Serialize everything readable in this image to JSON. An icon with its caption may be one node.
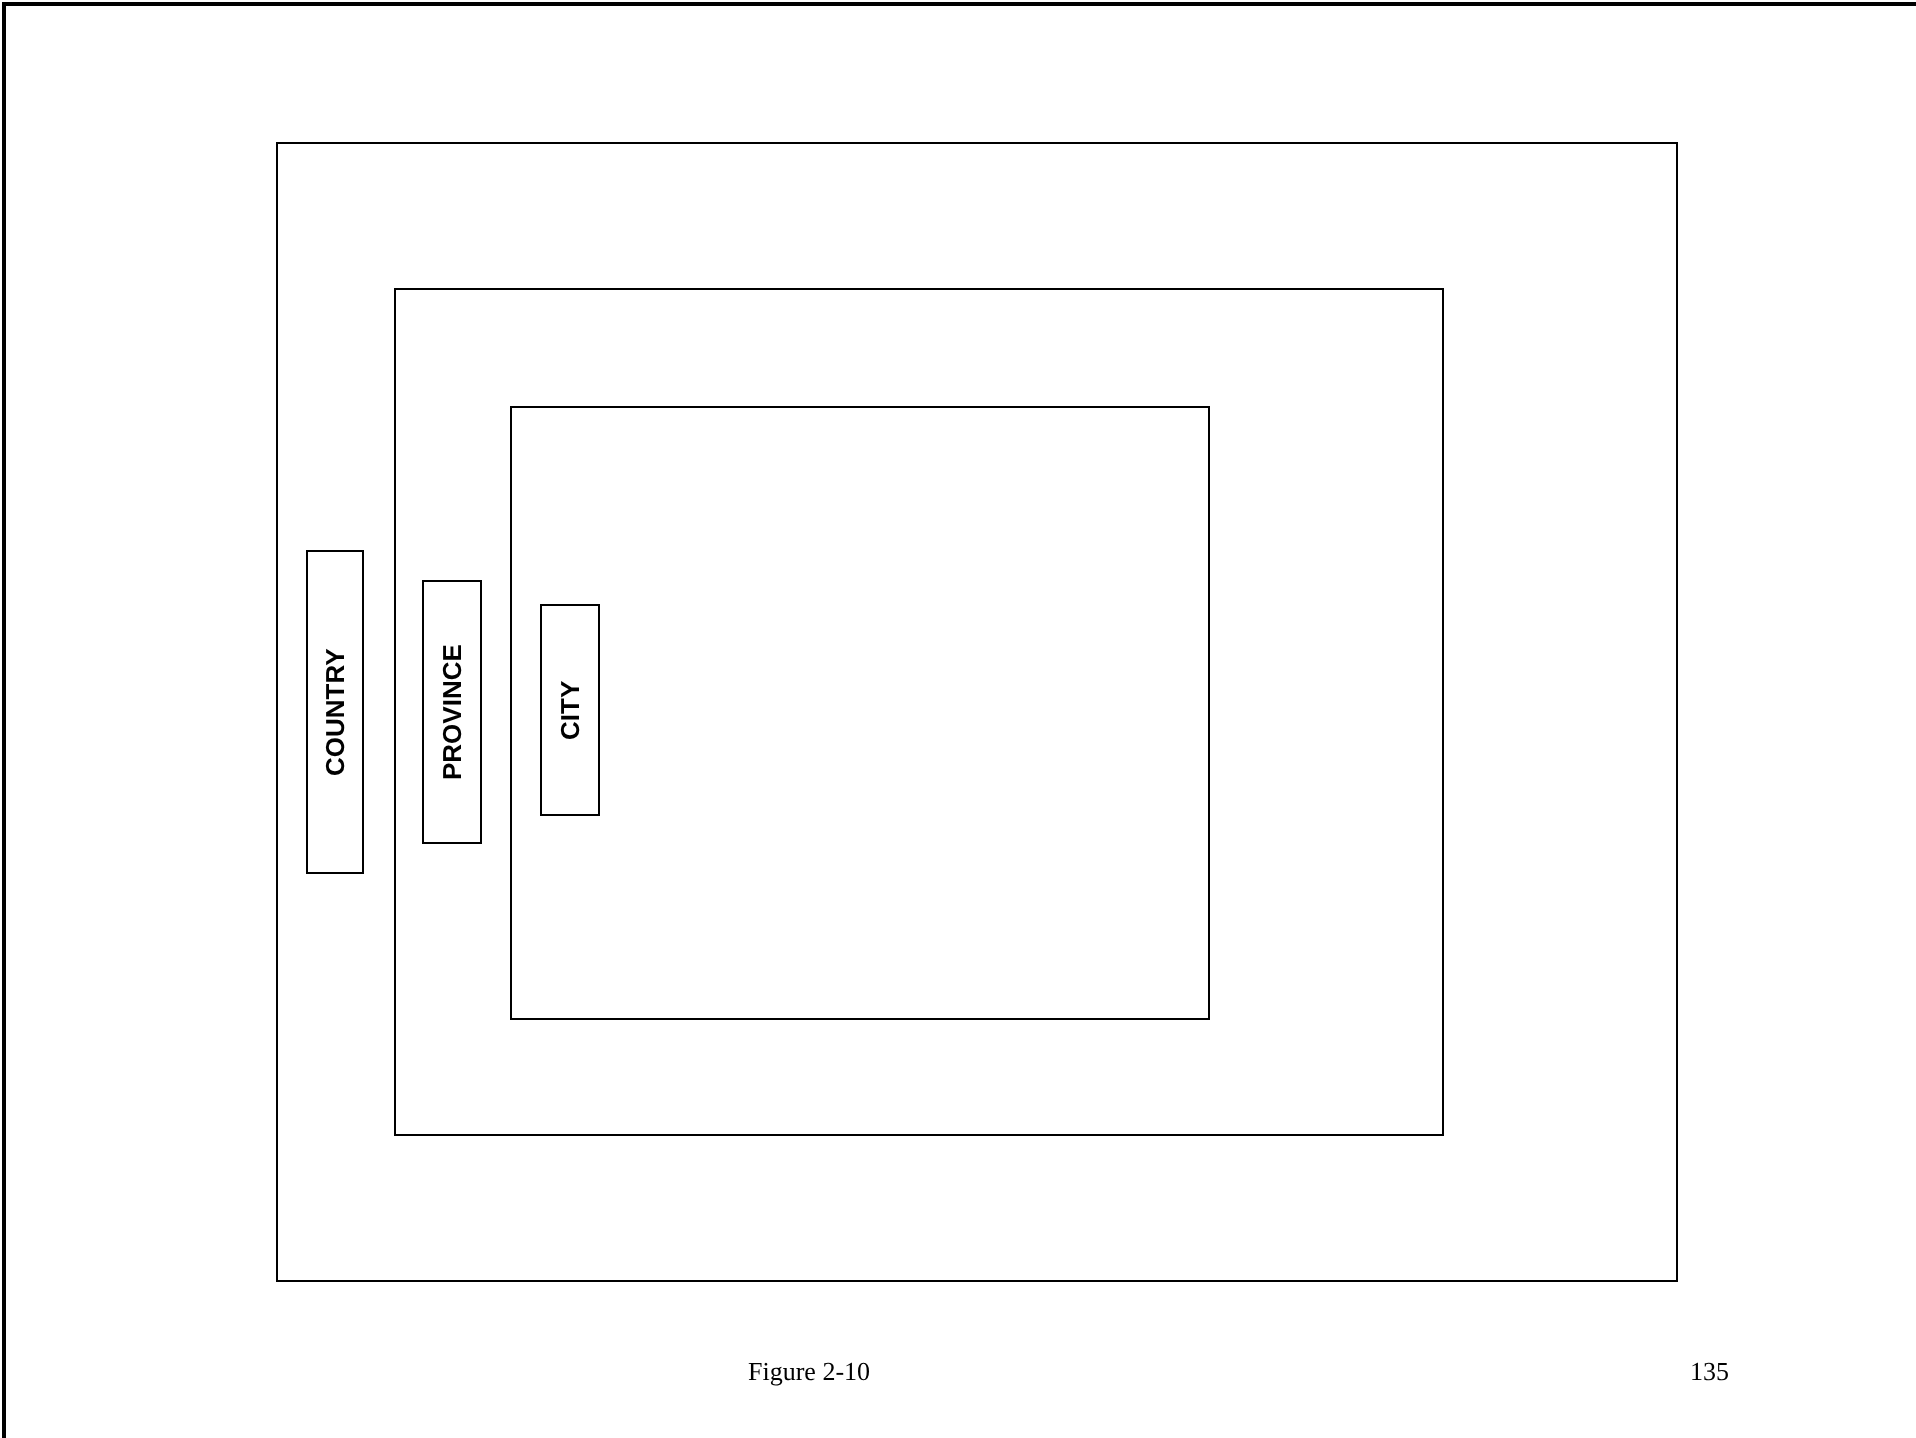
{
  "diagram": {
    "caption": "Figure 2-10",
    "nodes": [
      {
        "text": [],
        "shape": "box"
      },
      {
        "text": [
          "COUNTRY"
        ],
        "in": 0
      },
      {
        "text": [],
        "shape": "box",
        "in": 0
      },
      {
        "text": [
          "PROVINCE"
        ],
        "in": 2
      },
      {
        "text": [],
        "shape": "box",
        "in": 2
      },
      {
        "text": [
          "CITY"
        ],
        "in": 4
      }
    ],
    "edges": [],
    "labels": [
      "135"
    ]
  }
}
